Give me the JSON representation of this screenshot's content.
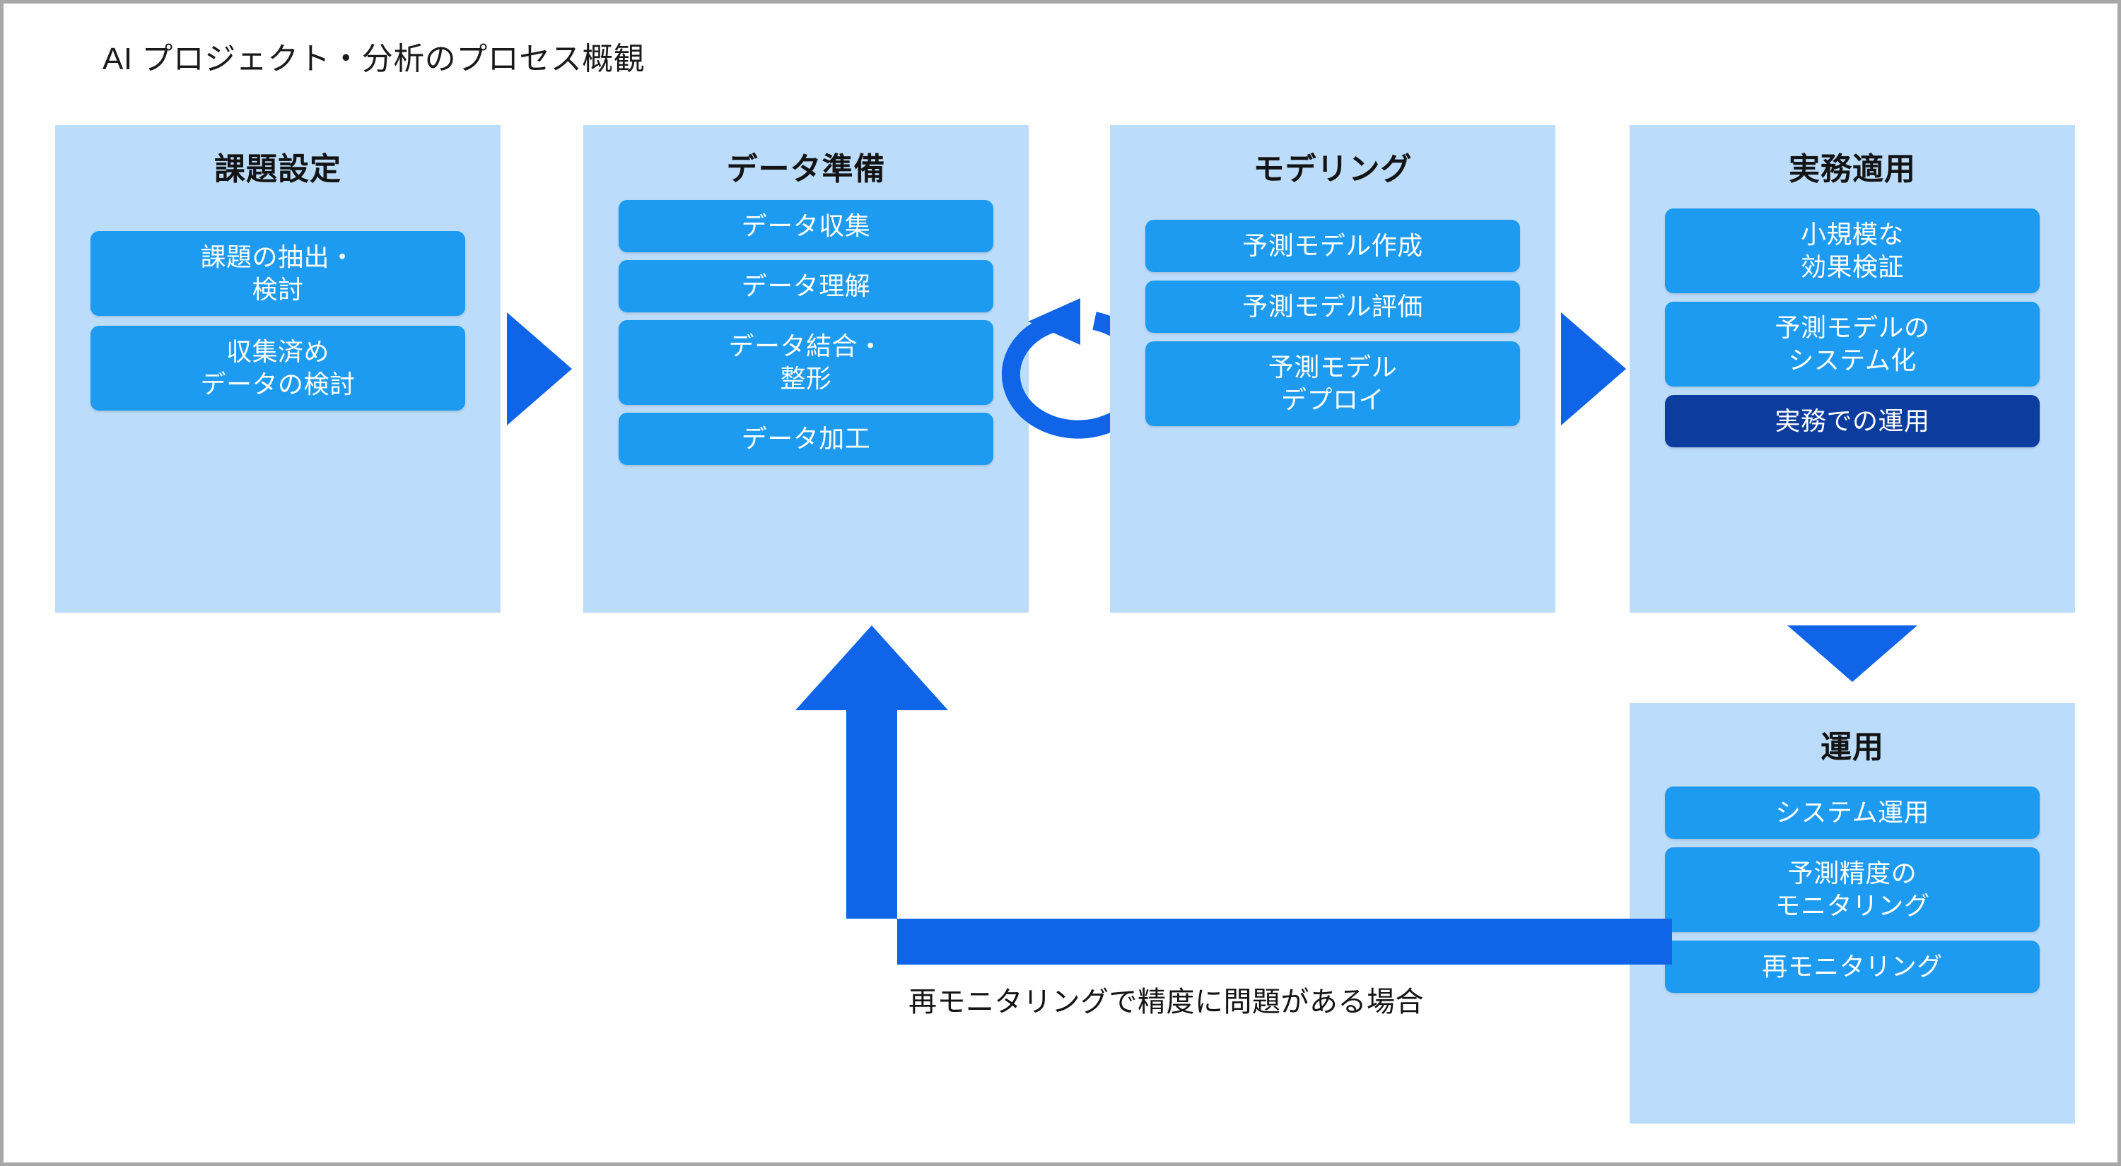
{
  "diagram": {
    "title": "AI プロジェクト・分析のプロセス概観",
    "colors": {
      "panel_bg": "#bcdcfb",
      "item_bg": "#1d9bf0",
      "item_highlight_bg": "#0b3c9e",
      "arrow": "#1064e8",
      "page_bg": "#ffffff",
      "border": "#a8a8a8",
      "text_dark": "#141414",
      "text_light": "#ffffff"
    },
    "stages": [
      {
        "key": "issue",
        "title": "課題設定",
        "items": [
          {
            "label": "課題の抽出・\n検討",
            "highlight": false
          },
          {
            "label": "収集済め\nデータの検討",
            "highlight": false
          }
        ]
      },
      {
        "key": "data",
        "title": "データ準備",
        "items": [
          {
            "label": "データ収集",
            "highlight": false
          },
          {
            "label": "データ理解",
            "highlight": false
          },
          {
            "label": "データ結合・\n整形",
            "highlight": false
          },
          {
            "label": "データ加工",
            "highlight": false
          }
        ]
      },
      {
        "key": "model",
        "title": "モデリング",
        "items": [
          {
            "label": "予測モデル作成",
            "highlight": false
          },
          {
            "label": "予測モデル評価",
            "highlight": false
          },
          {
            "label": "予測モデル\nデプロイ",
            "highlight": false
          }
        ]
      },
      {
        "key": "apply",
        "title": "実務適用",
        "items": [
          {
            "label": "小規模な\n効果検証",
            "highlight": false
          },
          {
            "label": "予測モデルの\nシステム化",
            "highlight": false
          },
          {
            "label": "実務での運用",
            "highlight": true
          }
        ]
      },
      {
        "key": "operate",
        "title": "運用",
        "items": [
          {
            "label": "システム運用",
            "highlight": false
          },
          {
            "label": "予測精度の\nモニタリング",
            "highlight": false
          },
          {
            "label": "再モニタリング",
            "highlight": false
          }
        ]
      }
    ],
    "connectors": {
      "arrow_issue_to_data": "triangle-right-icon",
      "arrow_apply_to_operate_down": "triangle-down-icon",
      "arrow_model_to_apply": "triangle-right-icon",
      "loop_data_model": "circular-loop-arrow-icon",
      "feedback_arrow": "l-shaped-feedback-arrow-icon",
      "feedback_caption": "再モニタリングで精度に問題がある場合"
    }
  }
}
